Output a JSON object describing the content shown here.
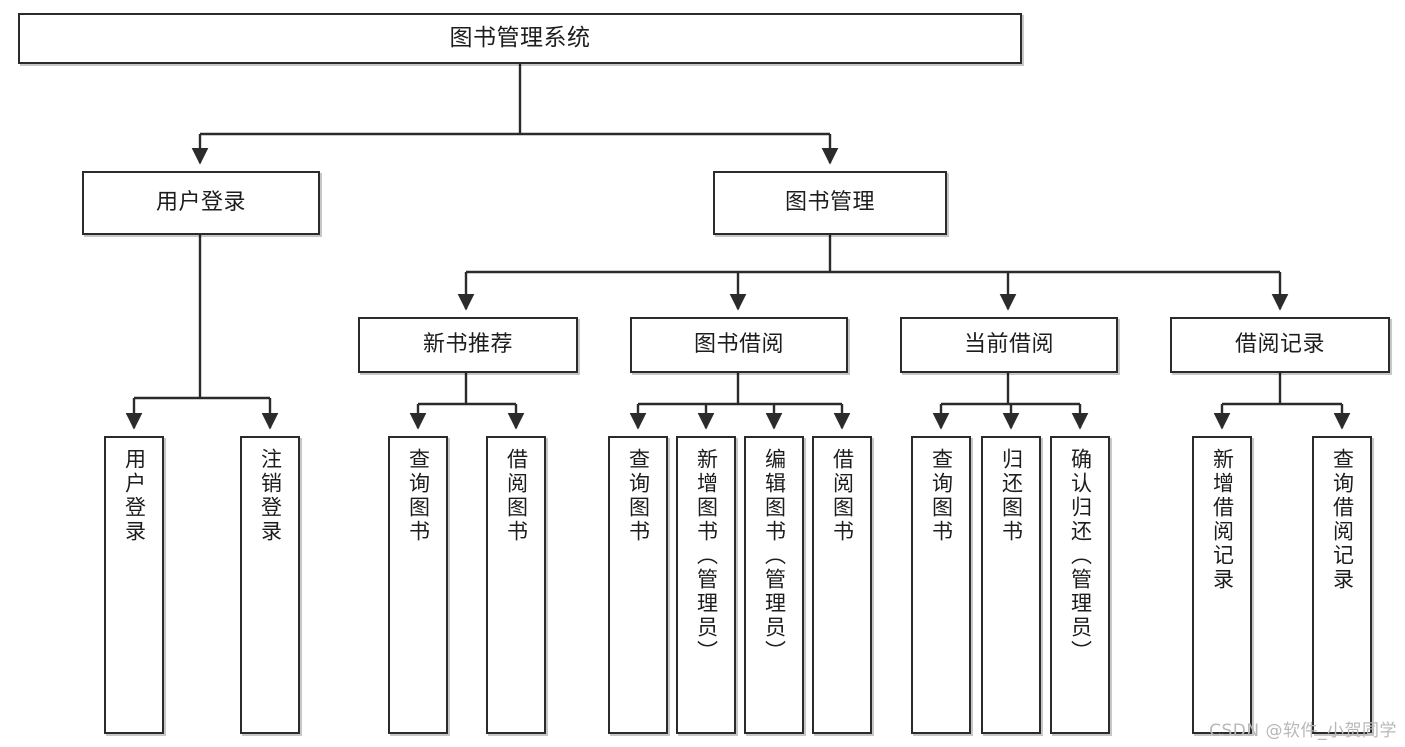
{
  "diagram": {
    "title": "图书管理系统",
    "watermark": "CSDN @软件_小贺同学",
    "nodes": {
      "root": {
        "label": "图书管理系统"
      },
      "level1": [
        {
          "id": "user-login",
          "label": "用户登录"
        },
        {
          "id": "book-manage",
          "label": "图书管理"
        }
      ],
      "level2": [
        {
          "id": "new-book-recommend",
          "label": "新书推荐"
        },
        {
          "id": "book-borrow",
          "label": "图书借阅"
        },
        {
          "id": "current-borrow",
          "label": "当前借阅"
        },
        {
          "id": "borrow-record",
          "label": "借阅记录"
        }
      ],
      "leaves": [
        {
          "id": "leaf-user-login",
          "label": "用户登录",
          "parent": "user-login"
        },
        {
          "id": "leaf-logout-login",
          "label": "注销登录",
          "parent": "user-login"
        },
        {
          "id": "leaf-query-book-1",
          "label": "查询图书",
          "parent": "new-book-recommend"
        },
        {
          "id": "leaf-borrow-book-1",
          "label": "借阅图书",
          "parent": "new-book-recommend"
        },
        {
          "id": "leaf-query-book-2",
          "label": "查询图书",
          "parent": "book-borrow"
        },
        {
          "id": "leaf-add-book",
          "label": "新增图书（管理员）",
          "parent": "book-borrow"
        },
        {
          "id": "leaf-edit-book",
          "label": "编辑图书（管理员）",
          "parent": "book-borrow"
        },
        {
          "id": "leaf-borrow-book-2",
          "label": "借阅图书",
          "parent": "book-borrow"
        },
        {
          "id": "leaf-query-book-3",
          "label": "查询图书",
          "parent": "current-borrow"
        },
        {
          "id": "leaf-return-book",
          "label": "归还图书",
          "parent": "current-borrow"
        },
        {
          "id": "leaf-confirm-return",
          "label": "确认归还（管理员）",
          "parent": "current-borrow"
        },
        {
          "id": "leaf-add-record",
          "label": "新增借阅记录",
          "parent": "borrow-record"
        },
        {
          "id": "leaf-query-record",
          "label": "查询借阅记录",
          "parent": "borrow-record"
        }
      ]
    },
    "colors": {
      "stroke": "#2b2b2b",
      "background": "#ffffff",
      "text": "#1d1d1d",
      "watermark": "#b8b8b8"
    }
  }
}
